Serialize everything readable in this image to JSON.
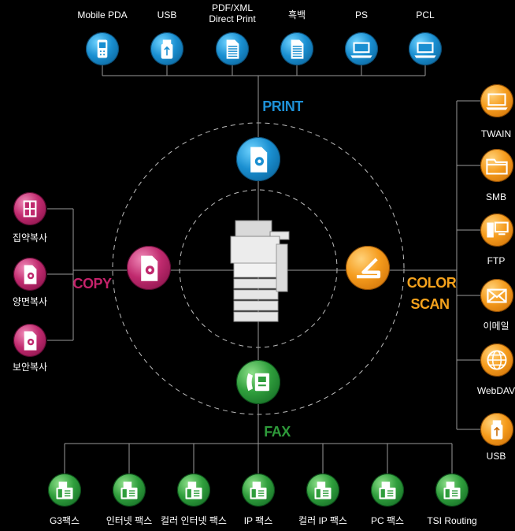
{
  "colors": {
    "print": "#1e90d6",
    "scan": "#f5a21c",
    "fax": "#2e9a3a",
    "copy": "#c4226a",
    "lines": "#9a9a9a"
  },
  "categories": {
    "print": "PRINT",
    "scan_line1": "COLOR",
    "scan_line2": "SCAN",
    "fax": "FAX",
    "copy": "COPY"
  },
  "print_items": [
    {
      "label": "Mobile PDA",
      "icon": "mobile-phone-icon"
    },
    {
      "label": "USB",
      "icon": "usb-drive-icon"
    },
    {
      "label_line1": "PDF/XML",
      "label_line2": "Direct Print",
      "icon": "document-icon"
    },
    {
      "label": "흑백",
      "icon": "document-icon"
    },
    {
      "label": "PS",
      "icon": "laptop-icon"
    },
    {
      "label": "PCL",
      "icon": "laptop-icon"
    }
  ],
  "scan_items": [
    {
      "label": "TWAIN",
      "icon": "laptop-icon"
    },
    {
      "label": "SMB",
      "icon": "folder-icon"
    },
    {
      "label": "FTP",
      "icon": "computer-icon"
    },
    {
      "label": "이메일",
      "icon": "envelope-icon"
    },
    {
      "label": "WebDAV",
      "icon": "globe-icon"
    },
    {
      "label": "USB",
      "icon": "usb-drive-icon"
    }
  ],
  "fax_items": [
    {
      "label": "G3팩스",
      "icon": "fax-machine-icon"
    },
    {
      "label": "인터넷 팩스",
      "icon": "fax-machine-icon"
    },
    {
      "label": "컬러 인터넷 팩스",
      "icon": "fax-machine-icon"
    },
    {
      "label": "IP 팩스",
      "icon": "fax-machine-icon"
    },
    {
      "label": "컬러 IP 팩스",
      "icon": "fax-machine-icon"
    },
    {
      "label": "PC 팩스",
      "icon": "fax-machine-icon"
    },
    {
      "label": "TSI Routing",
      "icon": "fax-machine-icon"
    }
  ],
  "copy_items": [
    {
      "label": "집약복사",
      "icon": "multi-page-icon"
    },
    {
      "label": "양면복사",
      "icon": "document-gear-icon"
    },
    {
      "label": "보안복사",
      "icon": "document-gear-icon"
    }
  ],
  "center": {
    "icon": "multifunction-printer-icon"
  }
}
